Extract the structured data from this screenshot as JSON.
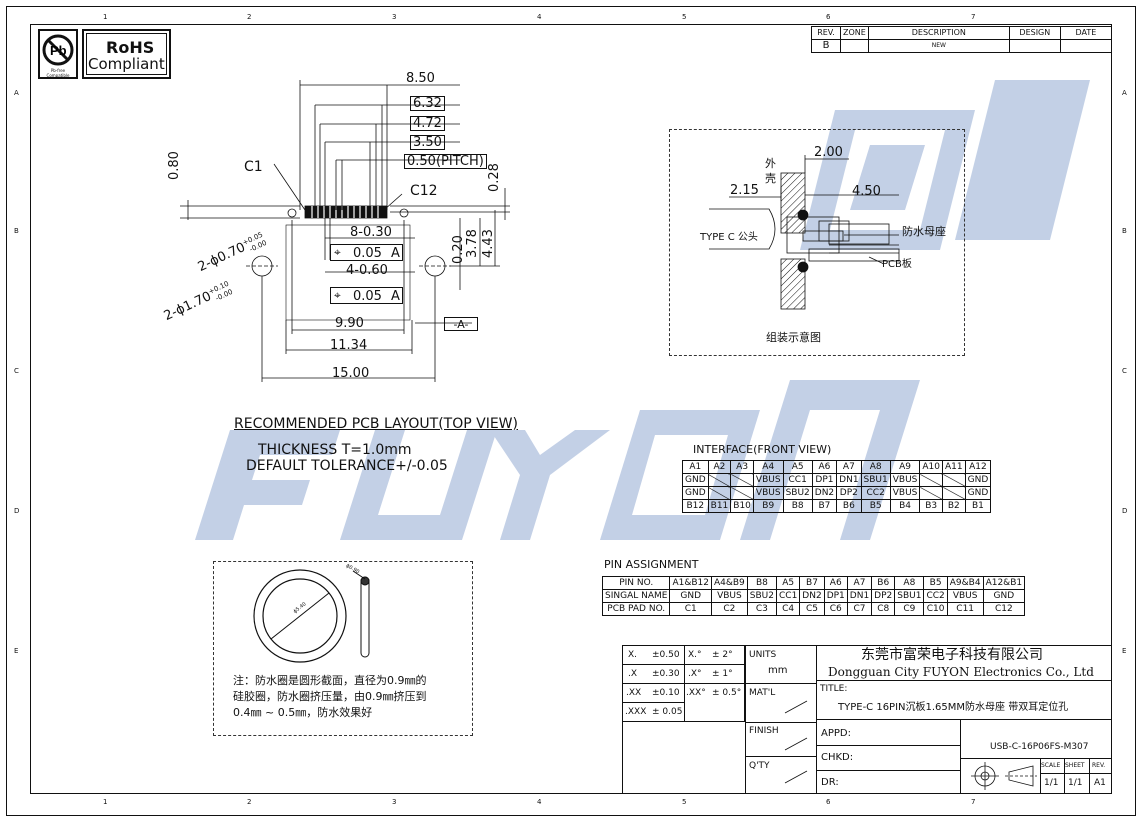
{
  "frame": {
    "cols": [
      "1",
      "2",
      "3",
      "4",
      "5",
      "6",
      "7"
    ],
    "rows": [
      "A",
      "B",
      "C",
      "D",
      "E"
    ]
  },
  "rohs": {
    "line1": "RoHS",
    "line2": "Compliant",
    "pb_caption": "Pb-free Compatible"
  },
  "revision": {
    "headers": [
      "REV.",
      "ZONE",
      "DESCRIPTION",
      "DESIGN",
      "DATE"
    ],
    "row": [
      "B",
      "",
      "NEW",
      "",
      ""
    ]
  },
  "watermark": {
    "text": "FUYON富荣",
    "color": "#b9c8e2"
  },
  "pcb": {
    "dims": {
      "d850": "8.50",
      "d632": "6.32",
      "d472": "4.72",
      "d350": "3.50",
      "pitch": "0.50(PITCH)",
      "d080": "0.80",
      "d028": "0.28",
      "c1": "C1",
      "c12": "C12",
      "pads": "8-0.30",
      "pads2": "4-0.60",
      "tol1": "0.05",
      "tol2": "0.05",
      "datum_a": "A",
      "d020": "0.20",
      "d378": "3.78",
      "d443": "4.43",
      "hole1": "2-ϕ0.70",
      "hole1_tol_up": "+0.05",
      "hole1_tol_dn": "-0.00",
      "hole2": "2-ϕ1.70",
      "hole2_tol_up": "+0.10",
      "hole2_tol_dn": "-0.00",
      "d990": "9.90",
      "d1134": "11.34",
      "d1500": "15.00",
      "a_label": "A"
    },
    "title": "RECOMMENDED PCB LAYOUT(TOP VIEW)",
    "thickness": "THICKNESS T=1.0mm",
    "tolerance": "DEFAULT TOLERANCE+/-0.05"
  },
  "assembly": {
    "d200": "2.00",
    "d215": "2.15",
    "d450": "4.50",
    "shell": "外\n壳",
    "shell2": "外\n壳",
    "plug": "TYPE C 公头",
    "receptacle": "防水母座",
    "pcb_board": "PCB板",
    "caption": "组装示意图"
  },
  "interface": {
    "title": "INTERFACE(FRONT VIEW)",
    "rows": [
      [
        "A1",
        "A2",
        "A3",
        "A4",
        "A5",
        "A6",
        "A7",
        "A8",
        "A9",
        "A10",
        "A11",
        "A12"
      ],
      [
        "GND",
        "",
        "",
        "VBUS",
        "CC1",
        "DP1",
        "DN1",
        "SBU1",
        "VBUS",
        "",
        "",
        "GND"
      ],
      [
        "GND",
        "",
        "",
        "VBUS",
        "SBU2",
        "DN2",
        "DP2",
        "CC2",
        "VBUS",
        "",
        "",
        "GND"
      ],
      [
        "B12",
        "B11",
        "B10",
        "B9",
        "B8",
        "B7",
        "B6",
        "B5",
        "B4",
        "B3",
        "B2",
        "B1"
      ]
    ]
  },
  "pin_assignment": {
    "title": "PIN ASSIGNMENT",
    "rows": [
      [
        "PIN NO.",
        "A1&B12",
        "A4&B9",
        "B8",
        "A5",
        "B7",
        "A6",
        "A7",
        "B6",
        "A8",
        "B5",
        "A9&B4",
        "A12&B1"
      ],
      [
        "SINGAL NAME",
        "GND",
        "VBUS",
        "SBU2",
        "CC1",
        "DN2",
        "DP1",
        "DN1",
        "DP2",
        "SBU1",
        "CC2",
        "VBUS",
        "GND"
      ],
      [
        "PCB PAD NO.",
        "C1",
        "C2",
        "C3",
        "C4",
        "C5",
        "C6",
        "C7",
        "C8",
        "C9",
        "C10",
        "C11",
        "C12"
      ]
    ]
  },
  "oring": {
    "dim_inner": "ϕ5.40",
    "dim_sec": "ϕ0.90",
    "note": "注：防水圈是圆形截面，直径为0.9㎜的\n硅胶圈，防水圈挤压量，由0.9㎜挤压到\n0.4㎜ ~ 0.5㎜，防水效果好"
  },
  "title_block": {
    "tolerances": [
      [
        "X.",
        "±0.50",
        "X.°",
        "± 2°"
      ],
      [
        ".X",
        "±0.30",
        ".X°",
        "± 1°"
      ],
      [
        ".XX",
        "±0.10",
        ".XX°",
        "± 0.5°"
      ],
      [
        ".XXX",
        "± 0.05",
        "",
        ""
      ]
    ],
    "units_label": "UNITS",
    "units_value": "mm",
    "material": "MAT'L",
    "finish": "FINISH",
    "qty": "Q'TY",
    "company_cn": "东莞市富荣电子科技有限公司",
    "company_en": "Dongguan City FUYON Electronics Co., Ltd",
    "title_label": "TITLE:",
    "title_text": "TYPE-C 16PIN沉板1.65MM防水母座 带双耳定位孔",
    "appd": "APPD:",
    "chkd": "CHKD:",
    "dr": "DR:",
    "part_no": "USB-C-16P06FS-M307",
    "scale_label": "SCALE",
    "sheet_label": "SHEET",
    "rev_label": "REV.",
    "scale": "1/1",
    "sheet": "1/1",
    "rev": "A1"
  }
}
